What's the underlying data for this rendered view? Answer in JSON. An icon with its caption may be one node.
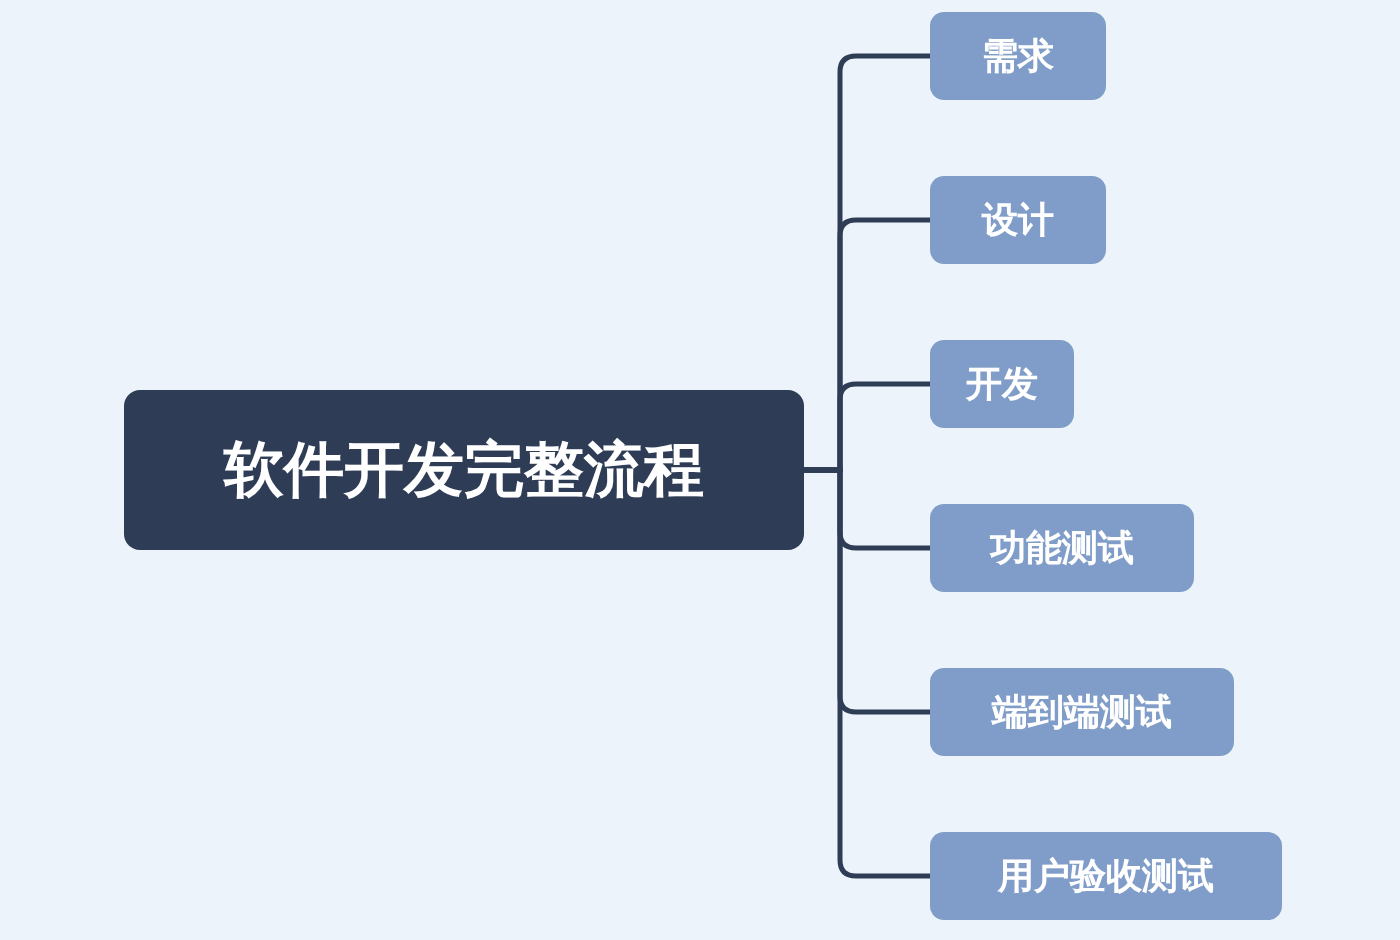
{
  "diagram": {
    "nodes": [
      {
        "text": [
          "软件开发完整流程"
        ]
      },
      {
        "text": [
          "需求"
        ]
      },
      {
        "text": [
          "设计"
        ]
      },
      {
        "text": [
          "开发"
        ]
      },
      {
        "text": [
          "功能测试"
        ]
      },
      {
        "text": [
          "端到端测试"
        ]
      },
      {
        "text": [
          "用户验收测试"
        ]
      }
    ],
    "edges": [
      {
        "from": 0,
        "to": 1,
        "arrow": "none"
      },
      {
        "from": 0,
        "to": 2,
        "arrow": "none"
      },
      {
        "from": 0,
        "to": 3,
        "arrow": "none"
      },
      {
        "from": 0,
        "to": 4,
        "arrow": "none"
      },
      {
        "from": 0,
        "to": 5,
        "arrow": "none"
      },
      {
        "from": 0,
        "to": 6,
        "arrow": "none"
      }
    ]
  }
}
